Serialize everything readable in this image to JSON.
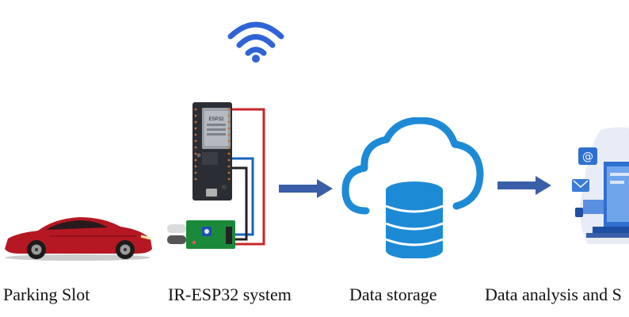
{
  "stages": [
    {
      "label": "Parking Slot"
    },
    {
      "label": "IR-ESP32 system"
    },
    {
      "label": "Data storage"
    },
    {
      "label": "Data analysis and S"
    }
  ],
  "icons": [
    "wifi-icon",
    "car-icon",
    "esp32-board-icon",
    "ir-sensor-icon",
    "cloud-database-icon",
    "analytics-dashboard-icon",
    "arrow-right-icon"
  ],
  "module": {
    "chip_label": "ESP32"
  },
  "colors": {
    "arrow": "#3a5fa8",
    "cloud": "#1d8ad6",
    "car": "#b51822",
    "wifi": "#2f63d6",
    "board": "#2a2d33",
    "sensor": "#1a8a3a"
  }
}
